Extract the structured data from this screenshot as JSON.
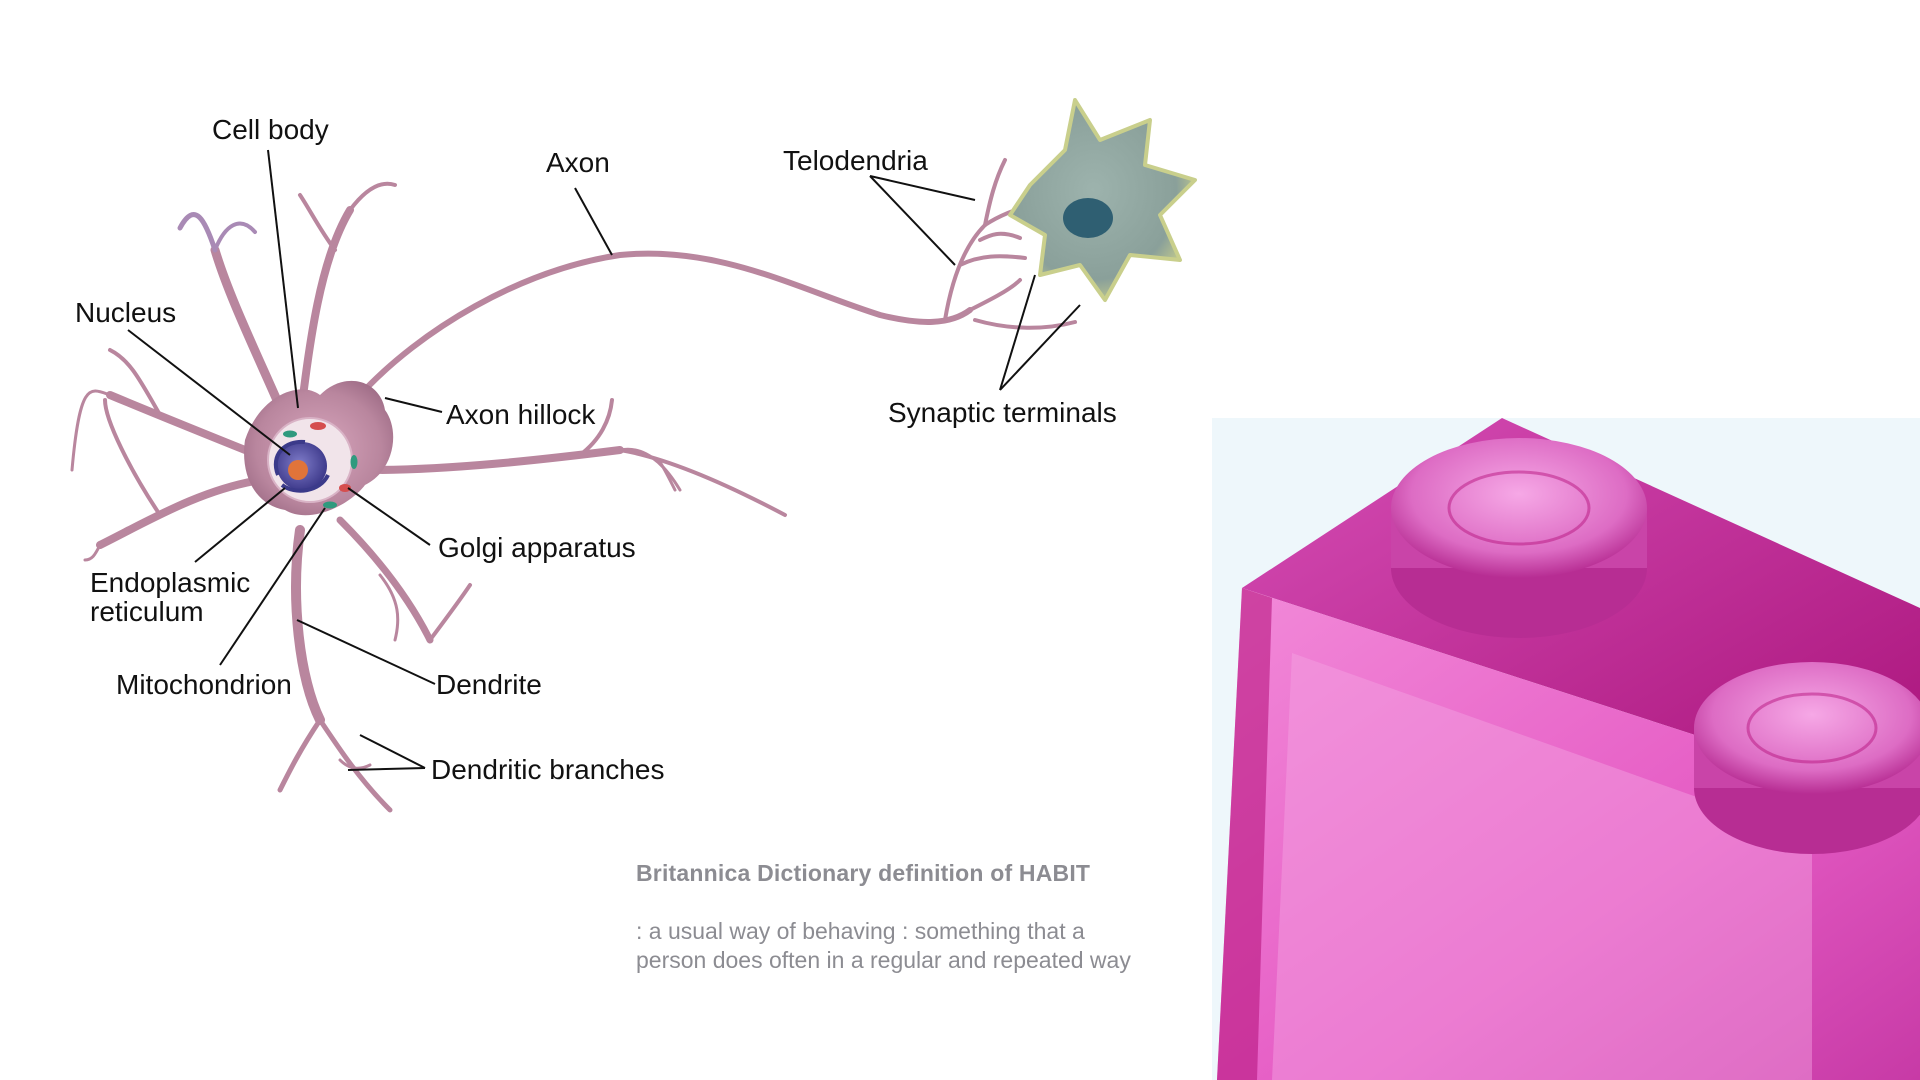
{
  "diagram": {
    "labels": {
      "cell_body": "Cell body",
      "axon": "Axon",
      "telodendria": "Telodendria",
      "nucleus": "Nucleus",
      "axon_hillock": "Axon hillock",
      "synaptic_terminals": "Synaptic terminals",
      "golgi_apparatus": "Golgi apparatus",
      "endoplasmic_reticulum_line1": "Endoplasmic",
      "endoplasmic_reticulum_line2": "reticulum",
      "mitochondrion": "Mitochondrion",
      "dendrite": "Dendrite",
      "dendritic_branches": "Dendritic branches"
    },
    "colors": {
      "neuron_membrane": "#b9869e",
      "neuron_dark": "#8e5a74",
      "dendrite_tips": "#9aa6d2",
      "nucleus": "#5b57a8",
      "nucleolus": "#e0743a",
      "target_cell": "#8fa3a0",
      "target_nucleus": "#2f5f72",
      "leader_lines": "#111111"
    }
  },
  "definition": {
    "title": "Britannica Dictionary definition of HABIT",
    "body": ": a usual way of behaving : something that a person does often in a regular and repeated way"
  },
  "photo": {
    "subject": "pink translucent toy brick",
    "colors": {
      "background": "#eef7fb",
      "brick_main": "#e55bc4",
      "brick_dark": "#b8157f",
      "brick_light": "#f6a8e6"
    }
  }
}
